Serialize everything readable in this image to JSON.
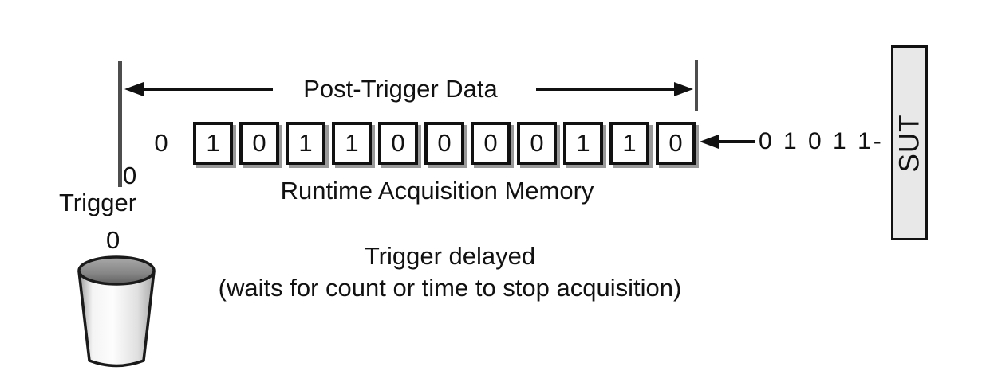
{
  "diagram": {
    "post_trigger": {
      "label": "Post-Trigger Data"
    },
    "memory": {
      "label": "Runtime Acquisition Memory",
      "pre_bit": "0",
      "bits": [
        "1",
        "0",
        "1",
        "1",
        "0",
        "0",
        "0",
        "0",
        "1",
        "1",
        "0"
      ]
    },
    "input_stream": {
      "bits": "0 1 0 1 1-"
    },
    "sut": {
      "label": "SUT"
    },
    "trigger": {
      "line_bit": "0",
      "label": "Trigger",
      "dropped_bit": "0"
    },
    "caption": {
      "line1": "Trigger delayed",
      "line2": "(waits for count or time to stop acquisition)"
    },
    "colors": {
      "background": "#ffffff",
      "ink": "#111111",
      "reference_line": "#4d4d4d",
      "box_fill": "#ffffff",
      "box_shadow": "#999999",
      "sut_fill": "#e8e8e8",
      "bucket_rim": "#888888",
      "bucket_body_light": "#fbfbfb",
      "bucket_body_dark": "#aaaaaa"
    }
  }
}
